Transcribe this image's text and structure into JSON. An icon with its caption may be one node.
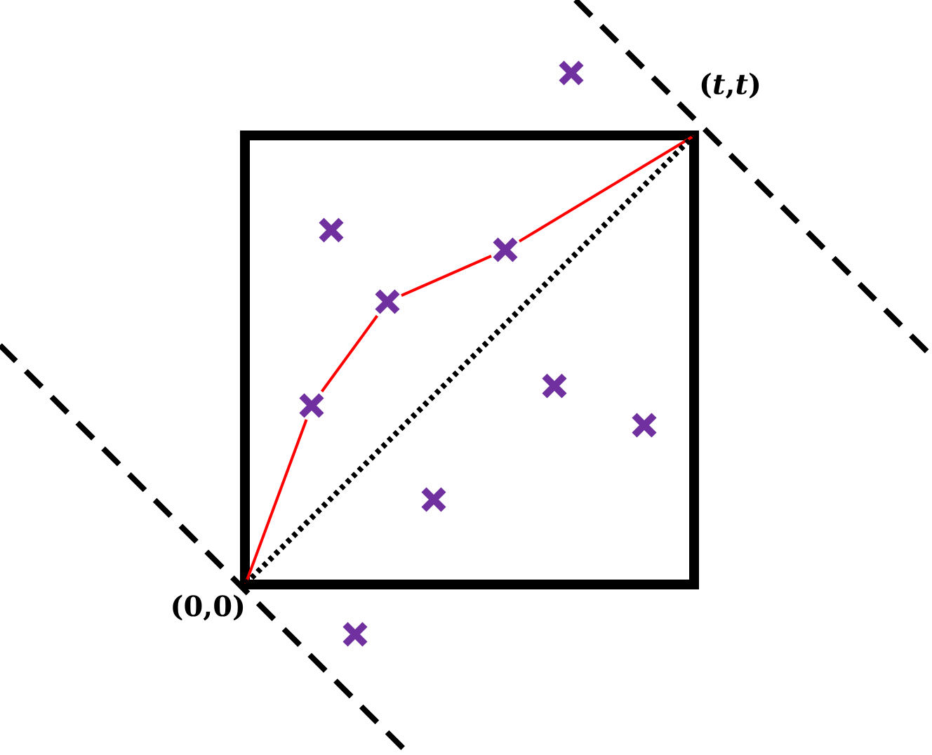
{
  "diagram": {
    "nodes": [
      {
        "text": [],
        "shape": "box"
      },
      {
        "text": [
          "(0,0)"
        ]
      },
      {
        "text": [
          "(*t*,*t*)"
        ]
      },
      {
        "text": [],
        "shape": "cross"
      },
      {
        "text": [],
        "shape": "cross",
        "in": 0
      },
      {
        "text": [],
        "shape": "cross",
        "in": 0
      },
      {
        "text": [],
        "shape": "cross",
        "in": 0
      },
      {
        "text": [],
        "shape": "cross",
        "in": 0
      },
      {
        "text": [],
        "shape": "cross",
        "in": 0
      },
      {
        "text": [],
        "shape": "cross",
        "in": 0
      },
      {
        "text": [],
        "shape": "cross",
        "in": 0
      },
      {
        "text": [],
        "shape": "cross"
      }
    ],
    "edges": [
      {
        "from": 1,
        "to": 8,
        "arrow": "none",
        "color": "#ff0000"
      },
      {
        "from": 8,
        "to": 6,
        "arrow": "none",
        "color": "#ff0000"
      },
      {
        "from": 6,
        "to": 5,
        "arrow": "none",
        "color": "#ff0000"
      },
      {
        "from": 5,
        "to": 2,
        "arrow": "none",
        "color": "#ff0000"
      },
      {
        "from": 1,
        "to": 2,
        "arrow": "none",
        "style": "dashed",
        "color": "#000000"
      }
    ]
  }
}
